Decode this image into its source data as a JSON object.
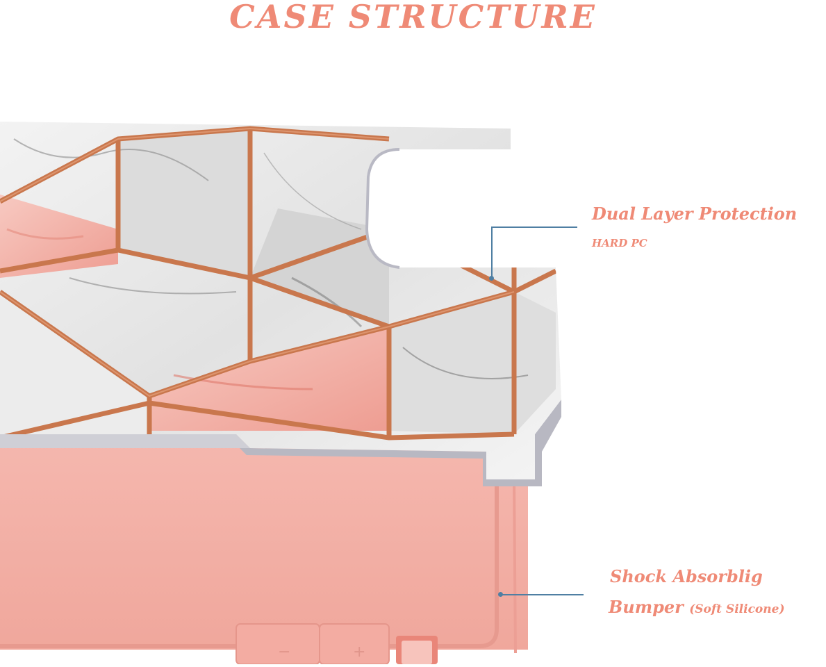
{
  "header": {
    "title": "CASE STRUCTURE"
  },
  "callouts": {
    "hard_pc": {
      "title": "Dual Layer Protection",
      "subtitle": "HARD PC"
    },
    "bumper": {
      "title": "Shock Absorblig",
      "line2_main": "Bumper",
      "line2_sub": "(Soft Silicone)"
    }
  },
  "colors": {
    "accent": "#ef8a76",
    "leader": "#4f7fa3",
    "bumper": "#f4b2a9",
    "bumper_dark": "#ea9d93",
    "marble": "#e9e9e9",
    "gold": "#c9774d",
    "pink_marble": "#f1a49a"
  },
  "icons": {
    "camera_cutout": "camera-cutout-icon"
  }
}
